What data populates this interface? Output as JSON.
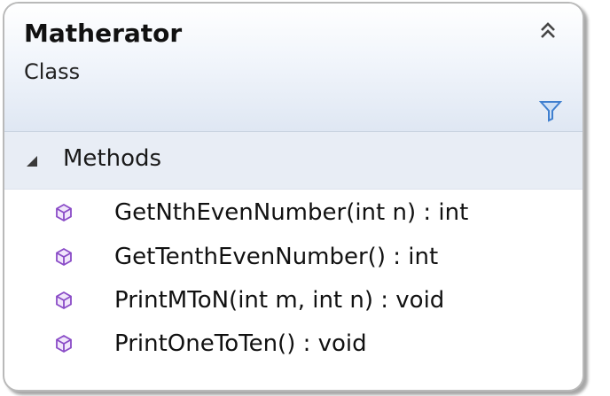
{
  "class": {
    "name": "Matherator",
    "kind": "Class"
  },
  "icons": {
    "collapse": "double-chevron-up-icon",
    "filter": "funnel-filter-icon",
    "section_toggle": "expanded-triangle-icon",
    "method": "public-method-cube-icon"
  },
  "colors": {
    "header_gradient_bottom": "#dfe7f3",
    "section_header_bg": "#e8edf5",
    "border": "#b9b9b9",
    "method_icon": "#8a4cc7",
    "filter_icon": "#3f7fcf"
  },
  "methods_section": {
    "label": "Methods",
    "items": [
      {
        "signature": "GetNthEvenNumber(int n) : int"
      },
      {
        "signature": "GetTenthEvenNumber() : int"
      },
      {
        "signature": "PrintMToN(int m, int n) : void"
      },
      {
        "signature": "PrintOneToTen() : void"
      }
    ]
  }
}
